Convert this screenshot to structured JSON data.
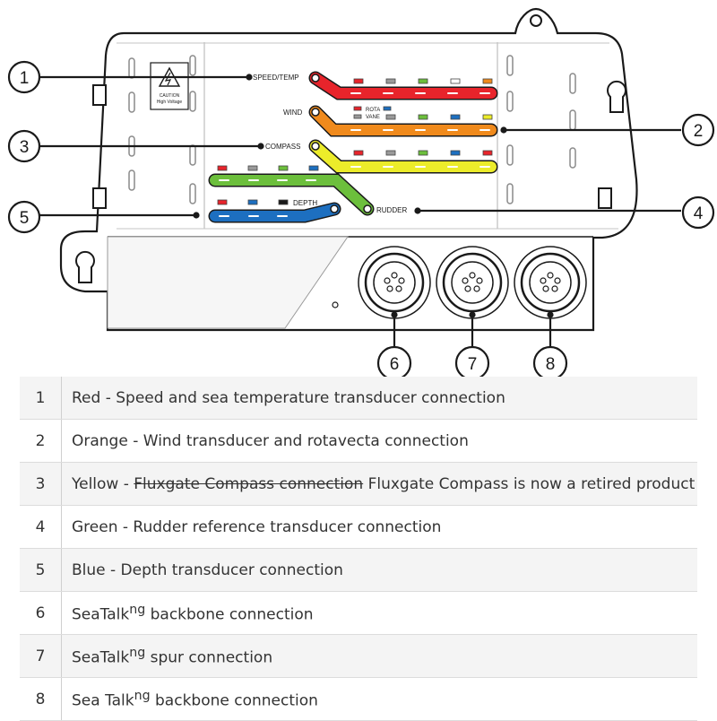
{
  "diagram": {
    "warning_label": "CAUTION High Voltage",
    "connectors": [
      {
        "label": "SPEED/TEMP",
        "color": "#e8242b"
      },
      {
        "label": "WIND",
        "color": "#f08a1c"
      },
      {
        "label": "COMPASS",
        "color": "#ecec2a"
      },
      {
        "label": "RUDDER",
        "color": "#6cbf3c"
      },
      {
        "label": "DEPTH",
        "color": "#1d6fc0"
      }
    ],
    "rota_label": "ROTA",
    "vane_label": "VANE",
    "callouts": [
      "1",
      "2",
      "3",
      "4",
      "5",
      "6",
      "7",
      "8"
    ]
  },
  "legend": {
    "rows": [
      {
        "num": "1",
        "text": "Red - Speed and sea temperature transducer connection"
      },
      {
        "num": "2",
        "text": "Orange - Wind transducer and rotavecta connection"
      },
      {
        "num": "3",
        "prefix": "Yellow - ",
        "struck": "Fluxgate Compass connection",
        "suffix": " Fluxgate Compass is now a retired product"
      },
      {
        "num": "4",
        "text": "Green - Rudder reference transducer connection"
      },
      {
        "num": "5",
        "text": "Blue - Depth transducer connection"
      },
      {
        "num": "6",
        "prefix": "SeaTalk",
        "sup": "ng",
        "suffix": " backbone connection"
      },
      {
        "num": "7",
        "prefix": "SeaTalk",
        "sup": "ng",
        "suffix": " spur connection"
      },
      {
        "num": "8",
        "prefix": "Sea Talk",
        "sup": "ng",
        "suffix": " backbone connection"
      }
    ]
  }
}
